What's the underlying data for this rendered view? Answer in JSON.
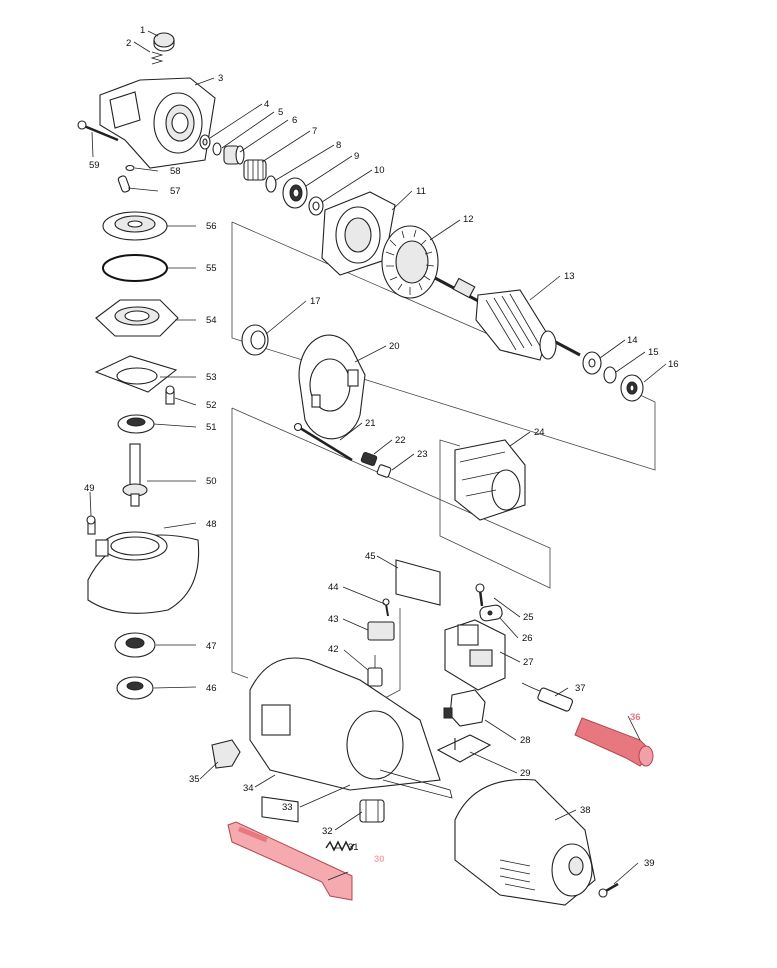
{
  "highlight_color": "#e87880",
  "highlight_label_color": "#f4aaaf",
  "parts": [
    {
      "id": "p1",
      "label": "1"
    },
    {
      "id": "p2",
      "label": "2"
    },
    {
      "id": "p3",
      "label": "3"
    },
    {
      "id": "p4",
      "label": "4"
    },
    {
      "id": "p5",
      "label": "5"
    },
    {
      "id": "p6",
      "label": "6"
    },
    {
      "id": "p7",
      "label": "7"
    },
    {
      "id": "p8",
      "label": "8"
    },
    {
      "id": "p9",
      "label": "9"
    },
    {
      "id": "p10",
      "label": "10"
    },
    {
      "id": "p11",
      "label": "11"
    },
    {
      "id": "p12",
      "label": "12"
    },
    {
      "id": "p13",
      "label": "13"
    },
    {
      "id": "p14",
      "label": "14"
    },
    {
      "id": "p15",
      "label": "15"
    },
    {
      "id": "p16",
      "label": "16"
    },
    {
      "id": "p17",
      "label": "17"
    },
    {
      "id": "p20",
      "label": "20"
    },
    {
      "id": "p21",
      "label": "21"
    },
    {
      "id": "p22",
      "label": "22"
    },
    {
      "id": "p23",
      "label": "23"
    },
    {
      "id": "p24",
      "label": "24"
    },
    {
      "id": "p25",
      "label": "25"
    },
    {
      "id": "p26",
      "label": "26"
    },
    {
      "id": "p27",
      "label": "27"
    },
    {
      "id": "p28",
      "label": "28"
    },
    {
      "id": "p29",
      "label": "29"
    },
    {
      "id": "p30",
      "label": "30",
      "highlighted": true
    },
    {
      "id": "p31",
      "label": "31"
    },
    {
      "id": "p32",
      "label": "32"
    },
    {
      "id": "p33",
      "label": "33"
    },
    {
      "id": "p34",
      "label": "34"
    },
    {
      "id": "p35",
      "label": "35"
    },
    {
      "id": "p36",
      "label": "36",
      "highlighted": true
    },
    {
      "id": "p37",
      "label": "37"
    },
    {
      "id": "p38",
      "label": "38"
    },
    {
      "id": "p39",
      "label": "39"
    },
    {
      "id": "p42",
      "label": "42"
    },
    {
      "id": "p43",
      "label": "43"
    },
    {
      "id": "p44",
      "label": "44"
    },
    {
      "id": "p45",
      "label": "45"
    },
    {
      "id": "p46",
      "label": "46"
    },
    {
      "id": "p47",
      "label": "47"
    },
    {
      "id": "p48",
      "label": "48"
    },
    {
      "id": "p49",
      "label": "49"
    },
    {
      "id": "p50",
      "label": "50"
    },
    {
      "id": "p51",
      "label": "51"
    },
    {
      "id": "p52",
      "label": "52"
    },
    {
      "id": "p53",
      "label": "53"
    },
    {
      "id": "p54",
      "label": "54"
    },
    {
      "id": "p55",
      "label": "55"
    },
    {
      "id": "p56",
      "label": "56"
    },
    {
      "id": "p57",
      "label": "57"
    },
    {
      "id": "p58",
      "label": "58"
    },
    {
      "id": "p59",
      "label": "59"
    }
  ]
}
